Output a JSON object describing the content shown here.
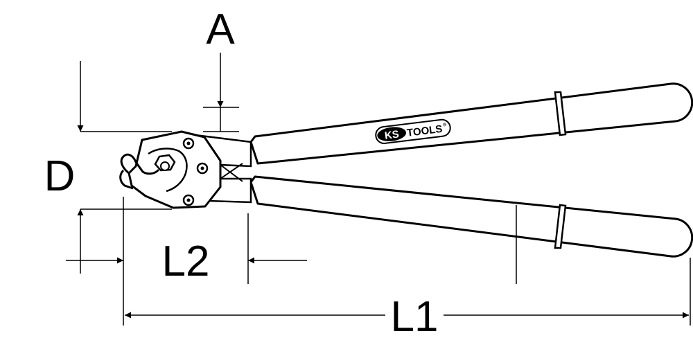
{
  "diagram": {
    "labels": {
      "A": "A",
      "D": "D",
      "L1": "L1",
      "L2": "L2"
    },
    "logo": {
      "ks": "KS",
      "tools": "TOOLS",
      "registered": "®"
    },
    "colors": {
      "stroke": "#000000",
      "fill": "#ffffff"
    }
  }
}
